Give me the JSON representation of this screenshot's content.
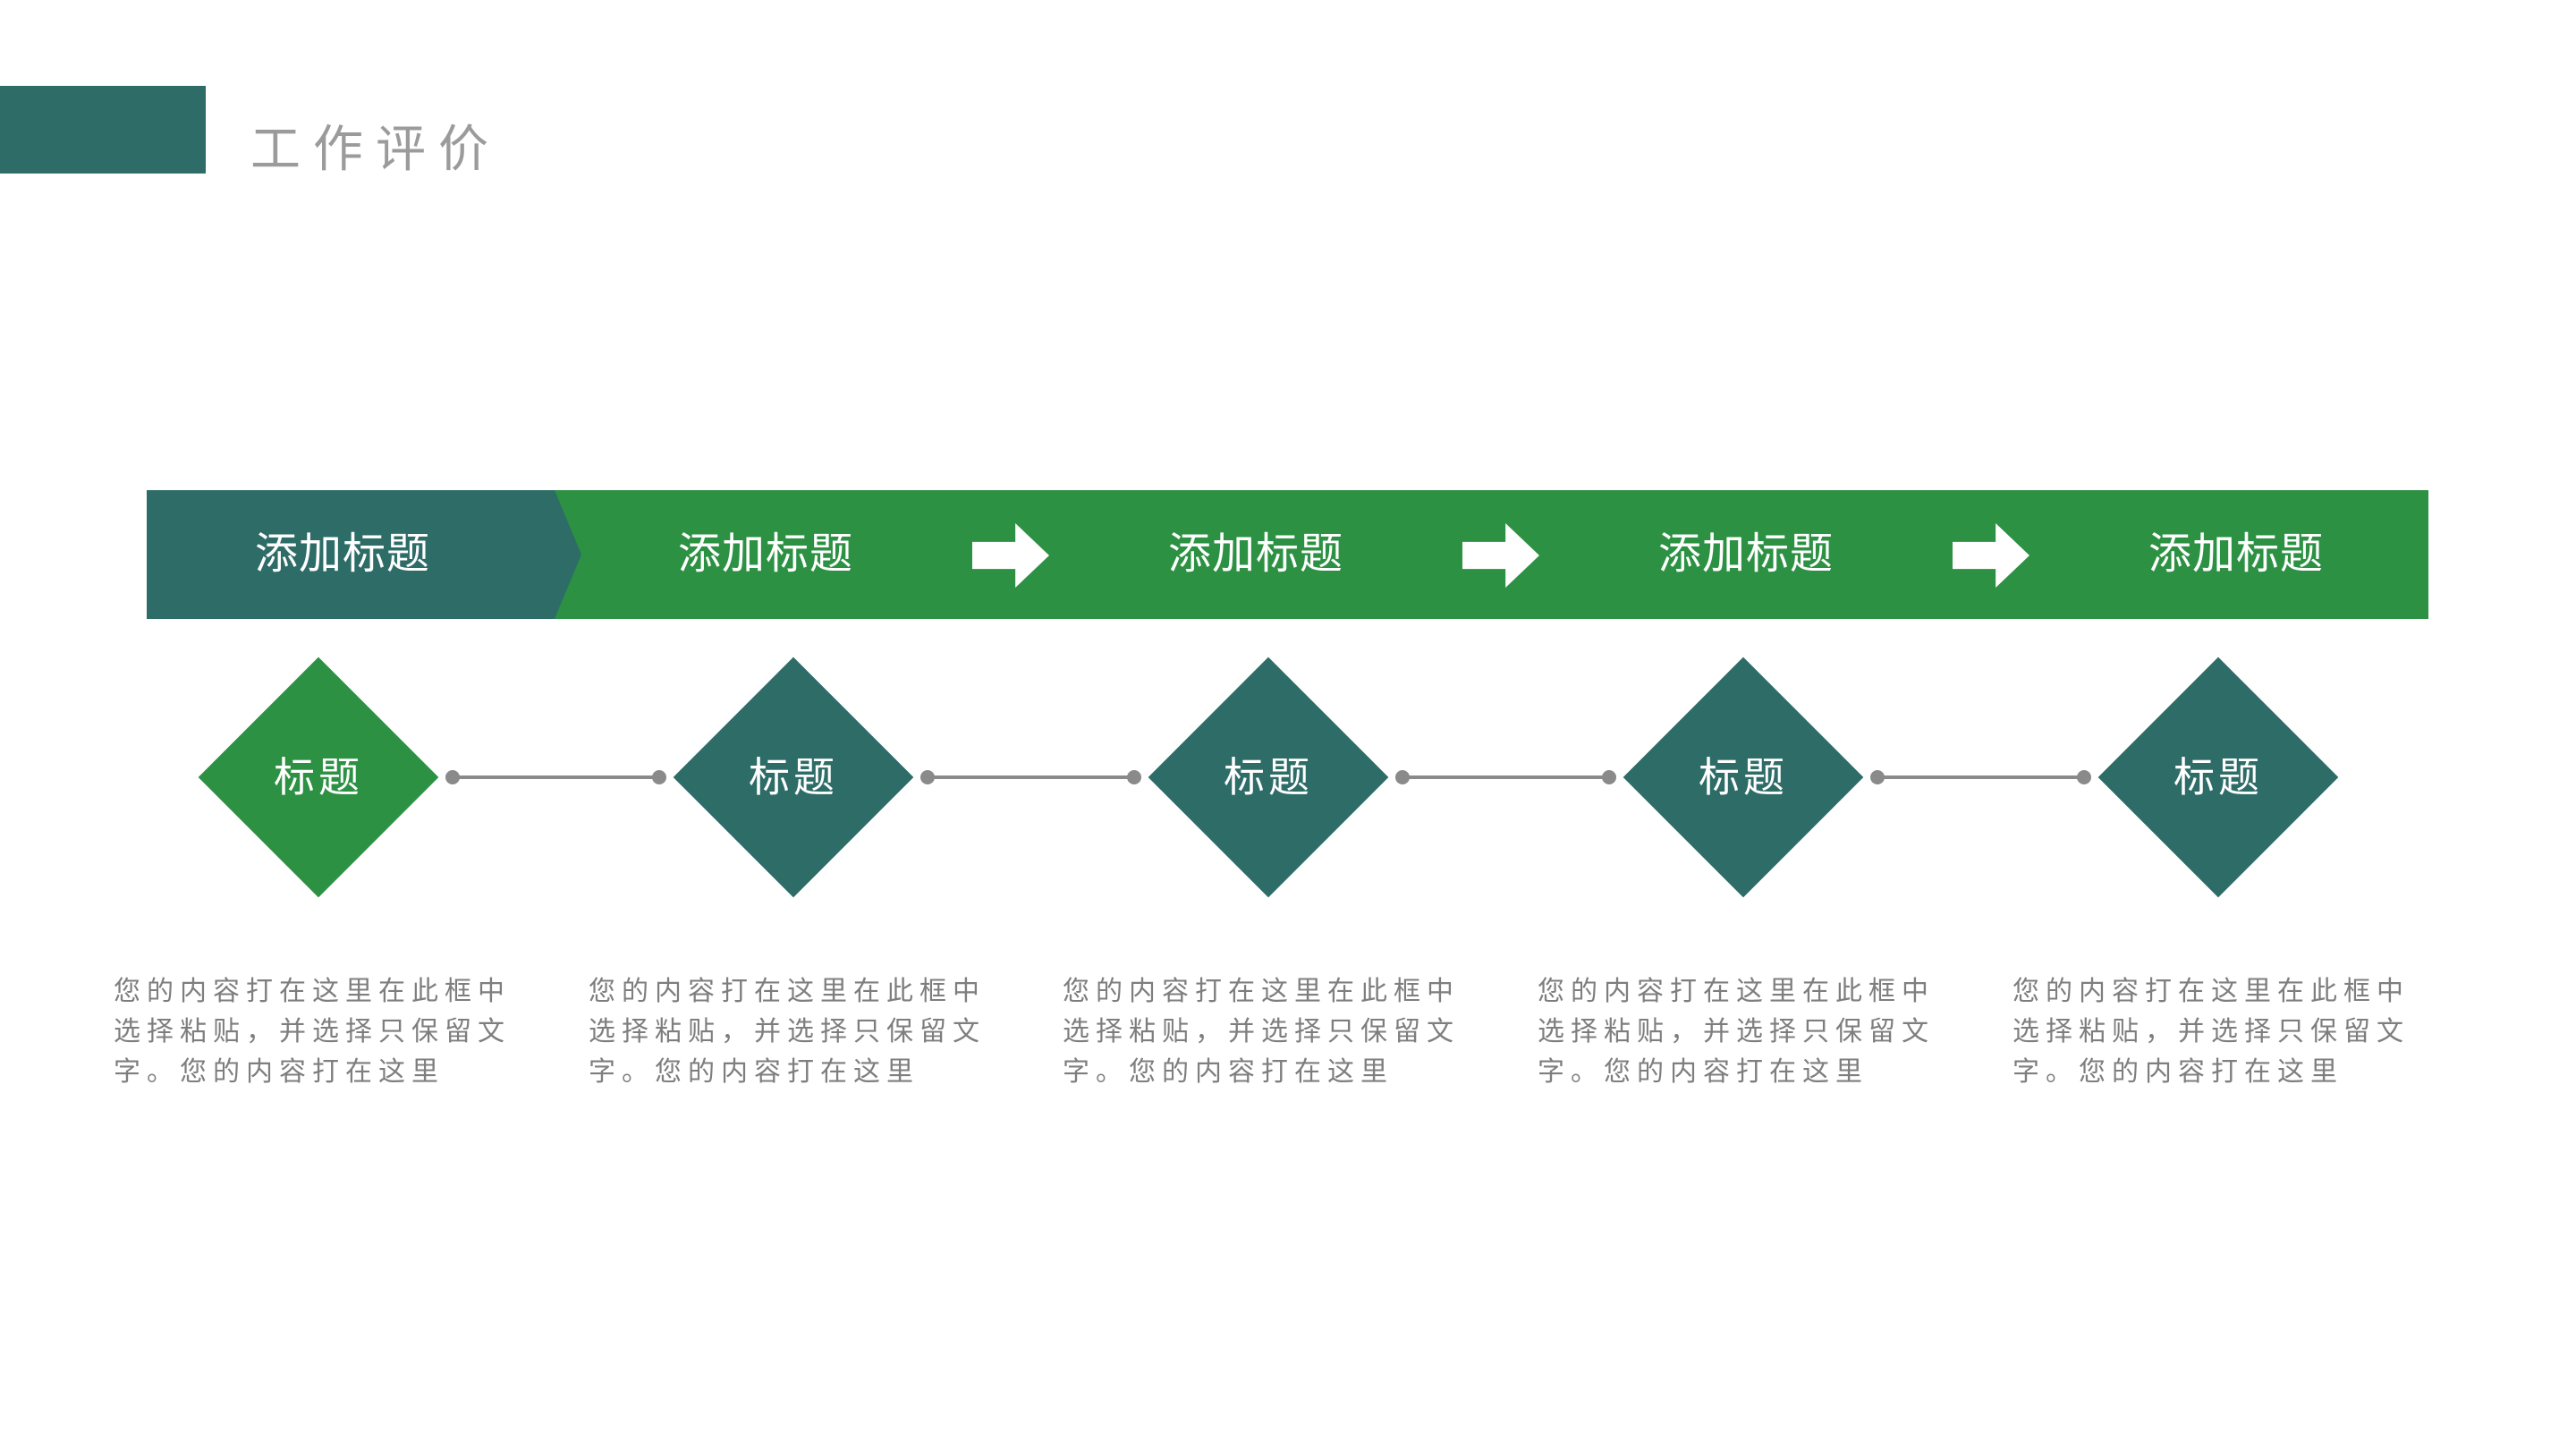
{
  "title": "工作评价",
  "colors": {
    "teal": "#2d6c67",
    "green": "#2c9143",
    "title_gray": "#9b9b9b",
    "body_gray": "#7e7e7e",
    "connector_gray": "#8a8a8a",
    "white": "#ffffff"
  },
  "bar": {
    "steps": [
      "添加标题",
      "添加标题",
      "添加标题",
      "添加标题",
      "添加标题"
    ]
  },
  "timeline": {
    "nodes": [
      "标题",
      "标题",
      "标题",
      "标题",
      "标题"
    ]
  },
  "descriptions": [
    "您的内容打在这里在此框中选择粘贴，并选择只保留文字。您的内容打在这里",
    "您的内容打在这里在此框中选择粘贴，并选择只保留文字。您的内容打在这里",
    "您的内容打在这里在此框中选择粘贴，并选择只保留文字。您的内容打在这里",
    "您的内容打在这里在此框中选择粘贴，并选择只保留文字。您的内容打在这里",
    "您的内容打在这里在此框中选择粘贴，并选择只保留文字。您的内容打在这里"
  ]
}
